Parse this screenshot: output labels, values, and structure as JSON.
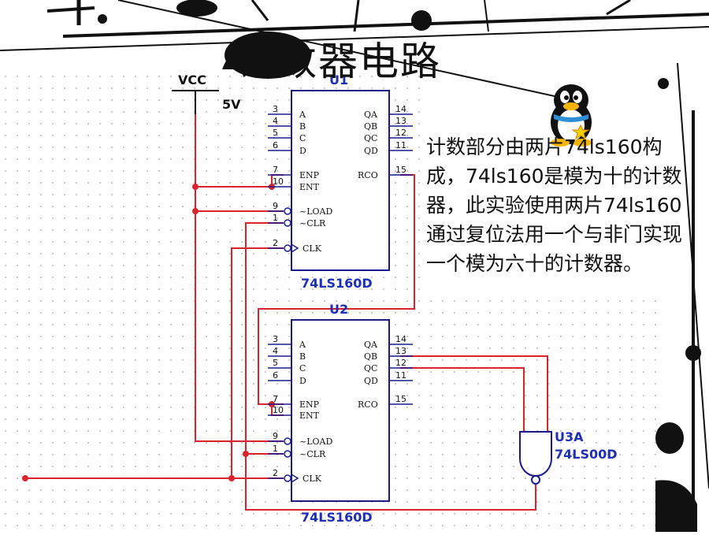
{
  "slide": {
    "title": "计数器电路",
    "description": "计数部分由两片74ls160构成，74ls160是模为十的计数器，此实验使用两片74ls160通过复位法用一个与非门实现一个模为六十的计数器。"
  },
  "circuit": {
    "vcc_label": "VCC",
    "vcc_value": "5V",
    "chips": [
      {
        "ref": "U1",
        "part": "74LS160D",
        "left_pins": [
          {
            "num": "3",
            "name": "A"
          },
          {
            "num": "4",
            "name": "B"
          },
          {
            "num": "5",
            "name": "C"
          },
          {
            "num": "6",
            "name": "D"
          },
          {
            "num": "7",
            "name": "ENP"
          },
          {
            "num": "10",
            "name": "ENT"
          },
          {
            "num": "9",
            "name": "~LOAD"
          },
          {
            "num": "1",
            "name": "~CLR"
          },
          {
            "num": "2",
            "name": "CLK"
          }
        ],
        "right_pins": [
          {
            "num": "14",
            "name": "QA"
          },
          {
            "num": "13",
            "name": "QB"
          },
          {
            "num": "12",
            "name": "QC"
          },
          {
            "num": "11",
            "name": "QD"
          },
          {
            "num": "15",
            "name": "RCO"
          }
        ]
      },
      {
        "ref": "U2",
        "part": "74LS160D",
        "left_pins": [
          {
            "num": "3",
            "name": "A"
          },
          {
            "num": "4",
            "name": "B"
          },
          {
            "num": "5",
            "name": "C"
          },
          {
            "num": "6",
            "name": "D"
          },
          {
            "num": "7",
            "name": "ENP"
          },
          {
            "num": "10",
            "name": "ENT"
          },
          {
            "num": "9",
            "name": "~LOAD"
          },
          {
            "num": "1",
            "name": "~CLR"
          },
          {
            "num": "2",
            "name": "CLK"
          }
        ],
        "right_pins": [
          {
            "num": "14",
            "name": "QA"
          },
          {
            "num": "13",
            "name": "QB"
          },
          {
            "num": "12",
            "name": "QC"
          },
          {
            "num": "11",
            "name": "QD"
          },
          {
            "num": "15",
            "name": "RCO"
          }
        ]
      }
    ],
    "gate": {
      "ref": "U3A",
      "part": "74LS00D"
    }
  },
  "colors": {
    "wire": "#d9232d",
    "label": "#1d2fb3",
    "line": "#1a1a8c",
    "grid_dot": "#b8b8b8"
  },
  "decor": {
    "mascot": "penguin-icon"
  }
}
